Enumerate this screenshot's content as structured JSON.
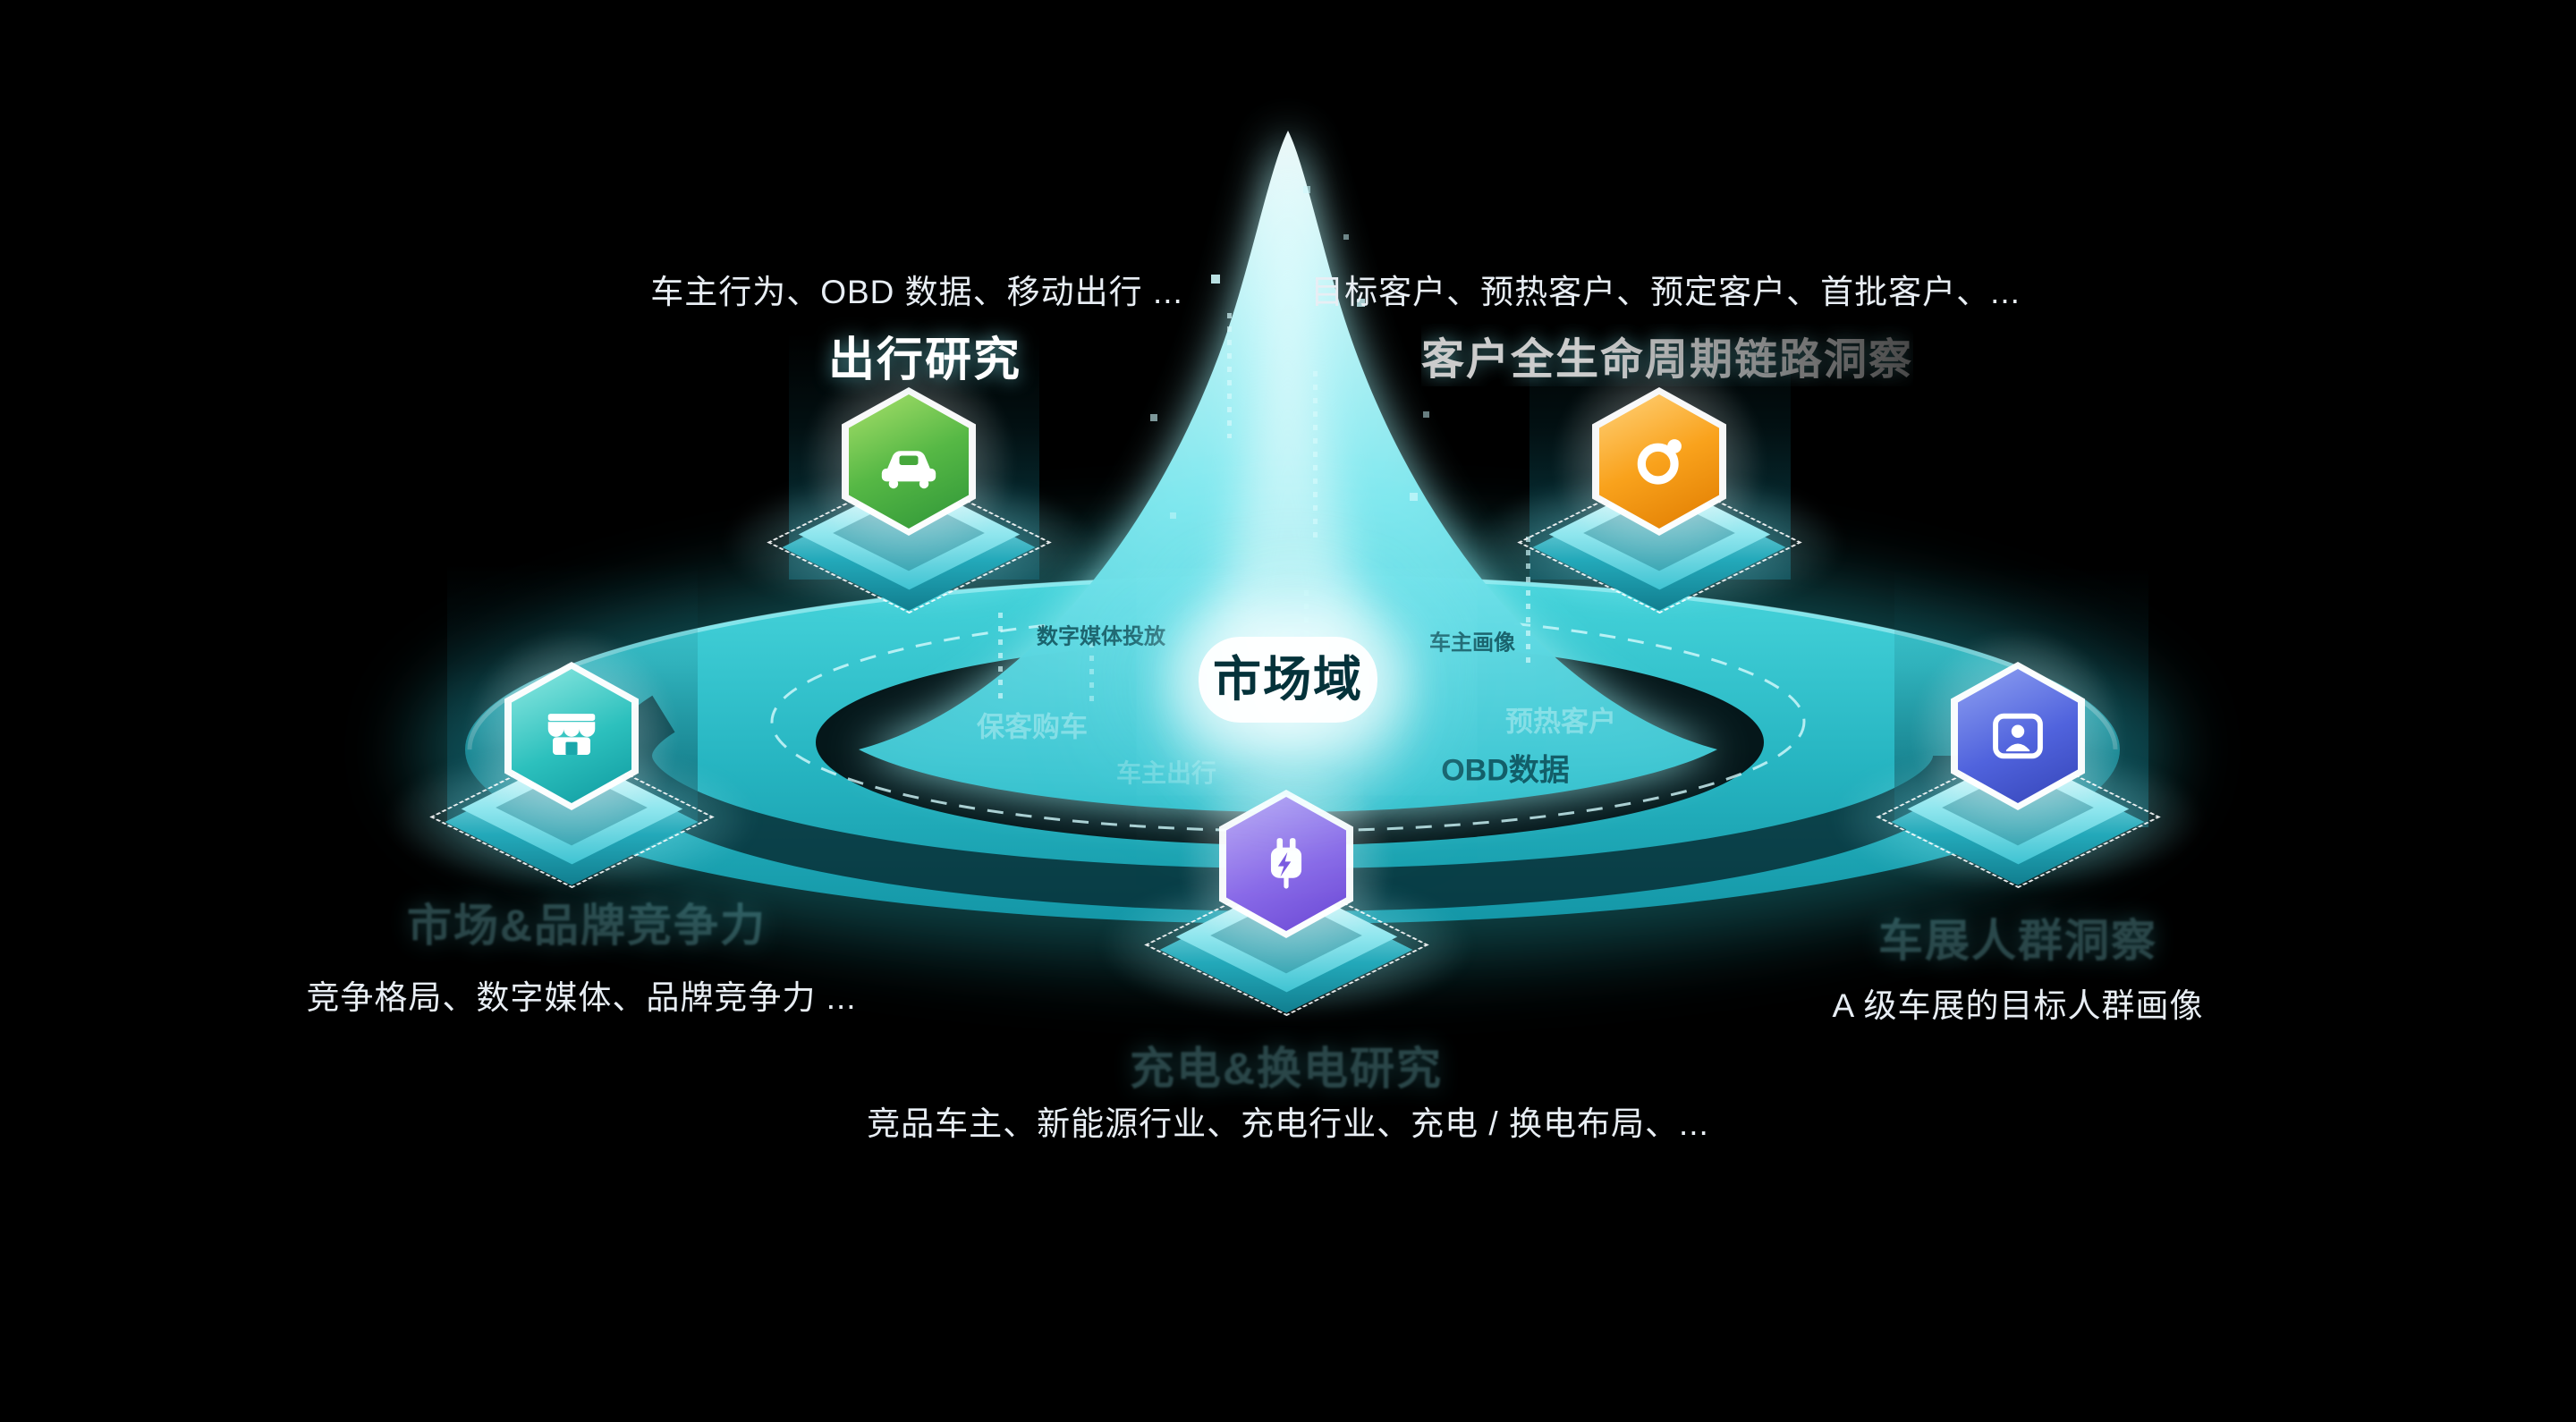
{
  "background_color": "#000000",
  "accent_color": "#3fd6de",
  "center": {
    "label": "市场域"
  },
  "ring_labels": [
    {
      "text": "数字媒体投放"
    },
    {
      "text": "保客购车"
    },
    {
      "text": "车主出行"
    },
    {
      "text": "预热客户"
    },
    {
      "text": "车主画像"
    },
    {
      "text": "OBD数据"
    }
  ],
  "nodes": [
    {
      "id": "travel-research",
      "title": "出行研究",
      "desc": "车主行为、OBD 数据、移动出行 ...",
      "icon": "car-icon",
      "color": "#56b845"
    },
    {
      "id": "customer-lifecycle",
      "title": "客户全生命周期链路洞察",
      "desc": "目标客户、预热客户、预定客户、首批客户、...",
      "icon": "orbit-icon",
      "color": "#f9a21c"
    },
    {
      "id": "market-brand",
      "title": "市场&品牌竞争力",
      "desc": "竞争格局、数字媒体、品牌竞争力 ...",
      "icon": "storefront-icon",
      "color": "#2cc0bd"
    },
    {
      "id": "charging-research",
      "title": "充电&换电研究",
      "desc": "竞品车主、新能源行业、充电行业、充电 / 换电布局、...",
      "icon": "charging-plug-icon",
      "color": "#8a6ae8"
    },
    {
      "id": "auto-show",
      "title": "车展人群洞察",
      "desc": "A 级车展的目标人群画像",
      "icon": "person-card-icon",
      "color": "#5063dd"
    }
  ]
}
